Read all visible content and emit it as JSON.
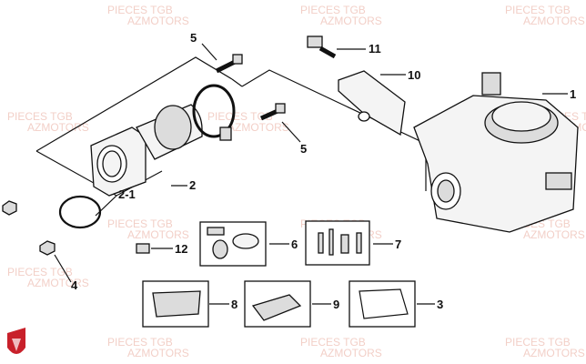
{
  "watermark": {
    "line1": "PIECES TGB",
    "line2": "AZMOTORS",
    "color": "#e8a89a"
  },
  "callouts": {
    "c1": "1",
    "c2": "2",
    "c2_1": "2-1",
    "c3": "3",
    "c4": "4",
    "c5a": "5",
    "c5b": "5",
    "c6": "6",
    "c7": "7",
    "c8": "8",
    "c9": "9",
    "c10": "10",
    "c11": "11",
    "c12": "12"
  },
  "logo": {
    "name": "red-shield-logo",
    "color": "#c8202a"
  }
}
